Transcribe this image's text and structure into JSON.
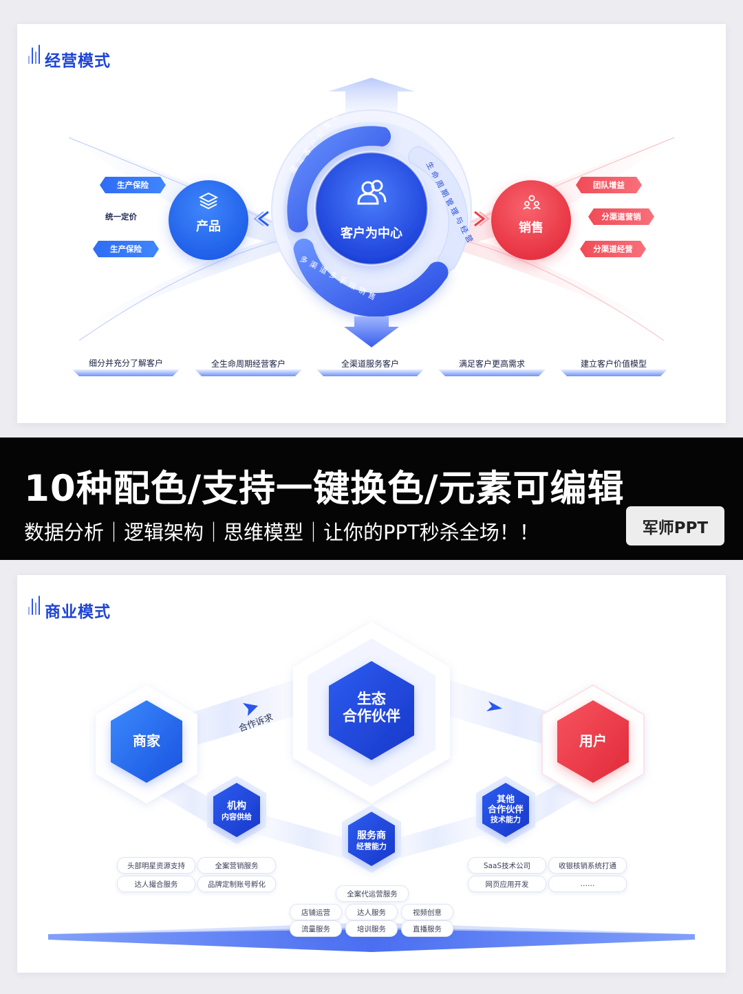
{
  "slide1": {
    "title": "经营模式",
    "center": "客户为中心",
    "ring_top": "建立客户分类系统",
    "ring_right": "生命周期管理与经营",
    "ring_bottom": "多渠道多手段销售",
    "left_circle": "产品",
    "right_circle": "销售",
    "left_pills": [
      "生产保险",
      "统一定价",
      "生产保险"
    ],
    "right_pills": [
      "团队增益",
      "分渠道营销",
      "分渠道经营"
    ],
    "bottom_items": [
      "细分并充分了解客户",
      "全生命周期经营客户",
      "全渠道服务客户",
      "满足客户更高需求",
      "建立客户价值模型"
    ],
    "colors": {
      "blue": "#2a5ef0",
      "red": "#ee3f4d"
    }
  },
  "banner": {
    "title": "10种配色/支持一键换色/元素可编辑",
    "subtitle": "数据分析｜逻辑架构｜思维模型｜让你的PPT秒杀全场！！",
    "button": "军师PPT"
  },
  "slide2": {
    "title": "商业模式",
    "center_hex": [
      "生态",
      "合作伙伴"
    ],
    "left_hex": "商家",
    "right_hex": "用户",
    "arrow_label": "合作诉求",
    "small_left": [
      "机构",
      "内容供给"
    ],
    "small_mid": [
      "服务商",
      "经营能力"
    ],
    "small_right": [
      "其他",
      "合作伙伴",
      "技术能力"
    ],
    "left_tags": [
      "头部明星资源支持",
      "全案营销服务",
      "达人撮合服务",
      "品牌定制账号孵化"
    ],
    "mid_header_tag": "全案代运营服务",
    "mid_tags": [
      "店铺运营",
      "达人服务",
      "视频创意",
      "流量服务",
      "培训服务",
      "直播服务"
    ],
    "right_tags": [
      "SaaS技术公司",
      "收银核销系统打通",
      "网页应用开发",
      "……"
    ]
  }
}
